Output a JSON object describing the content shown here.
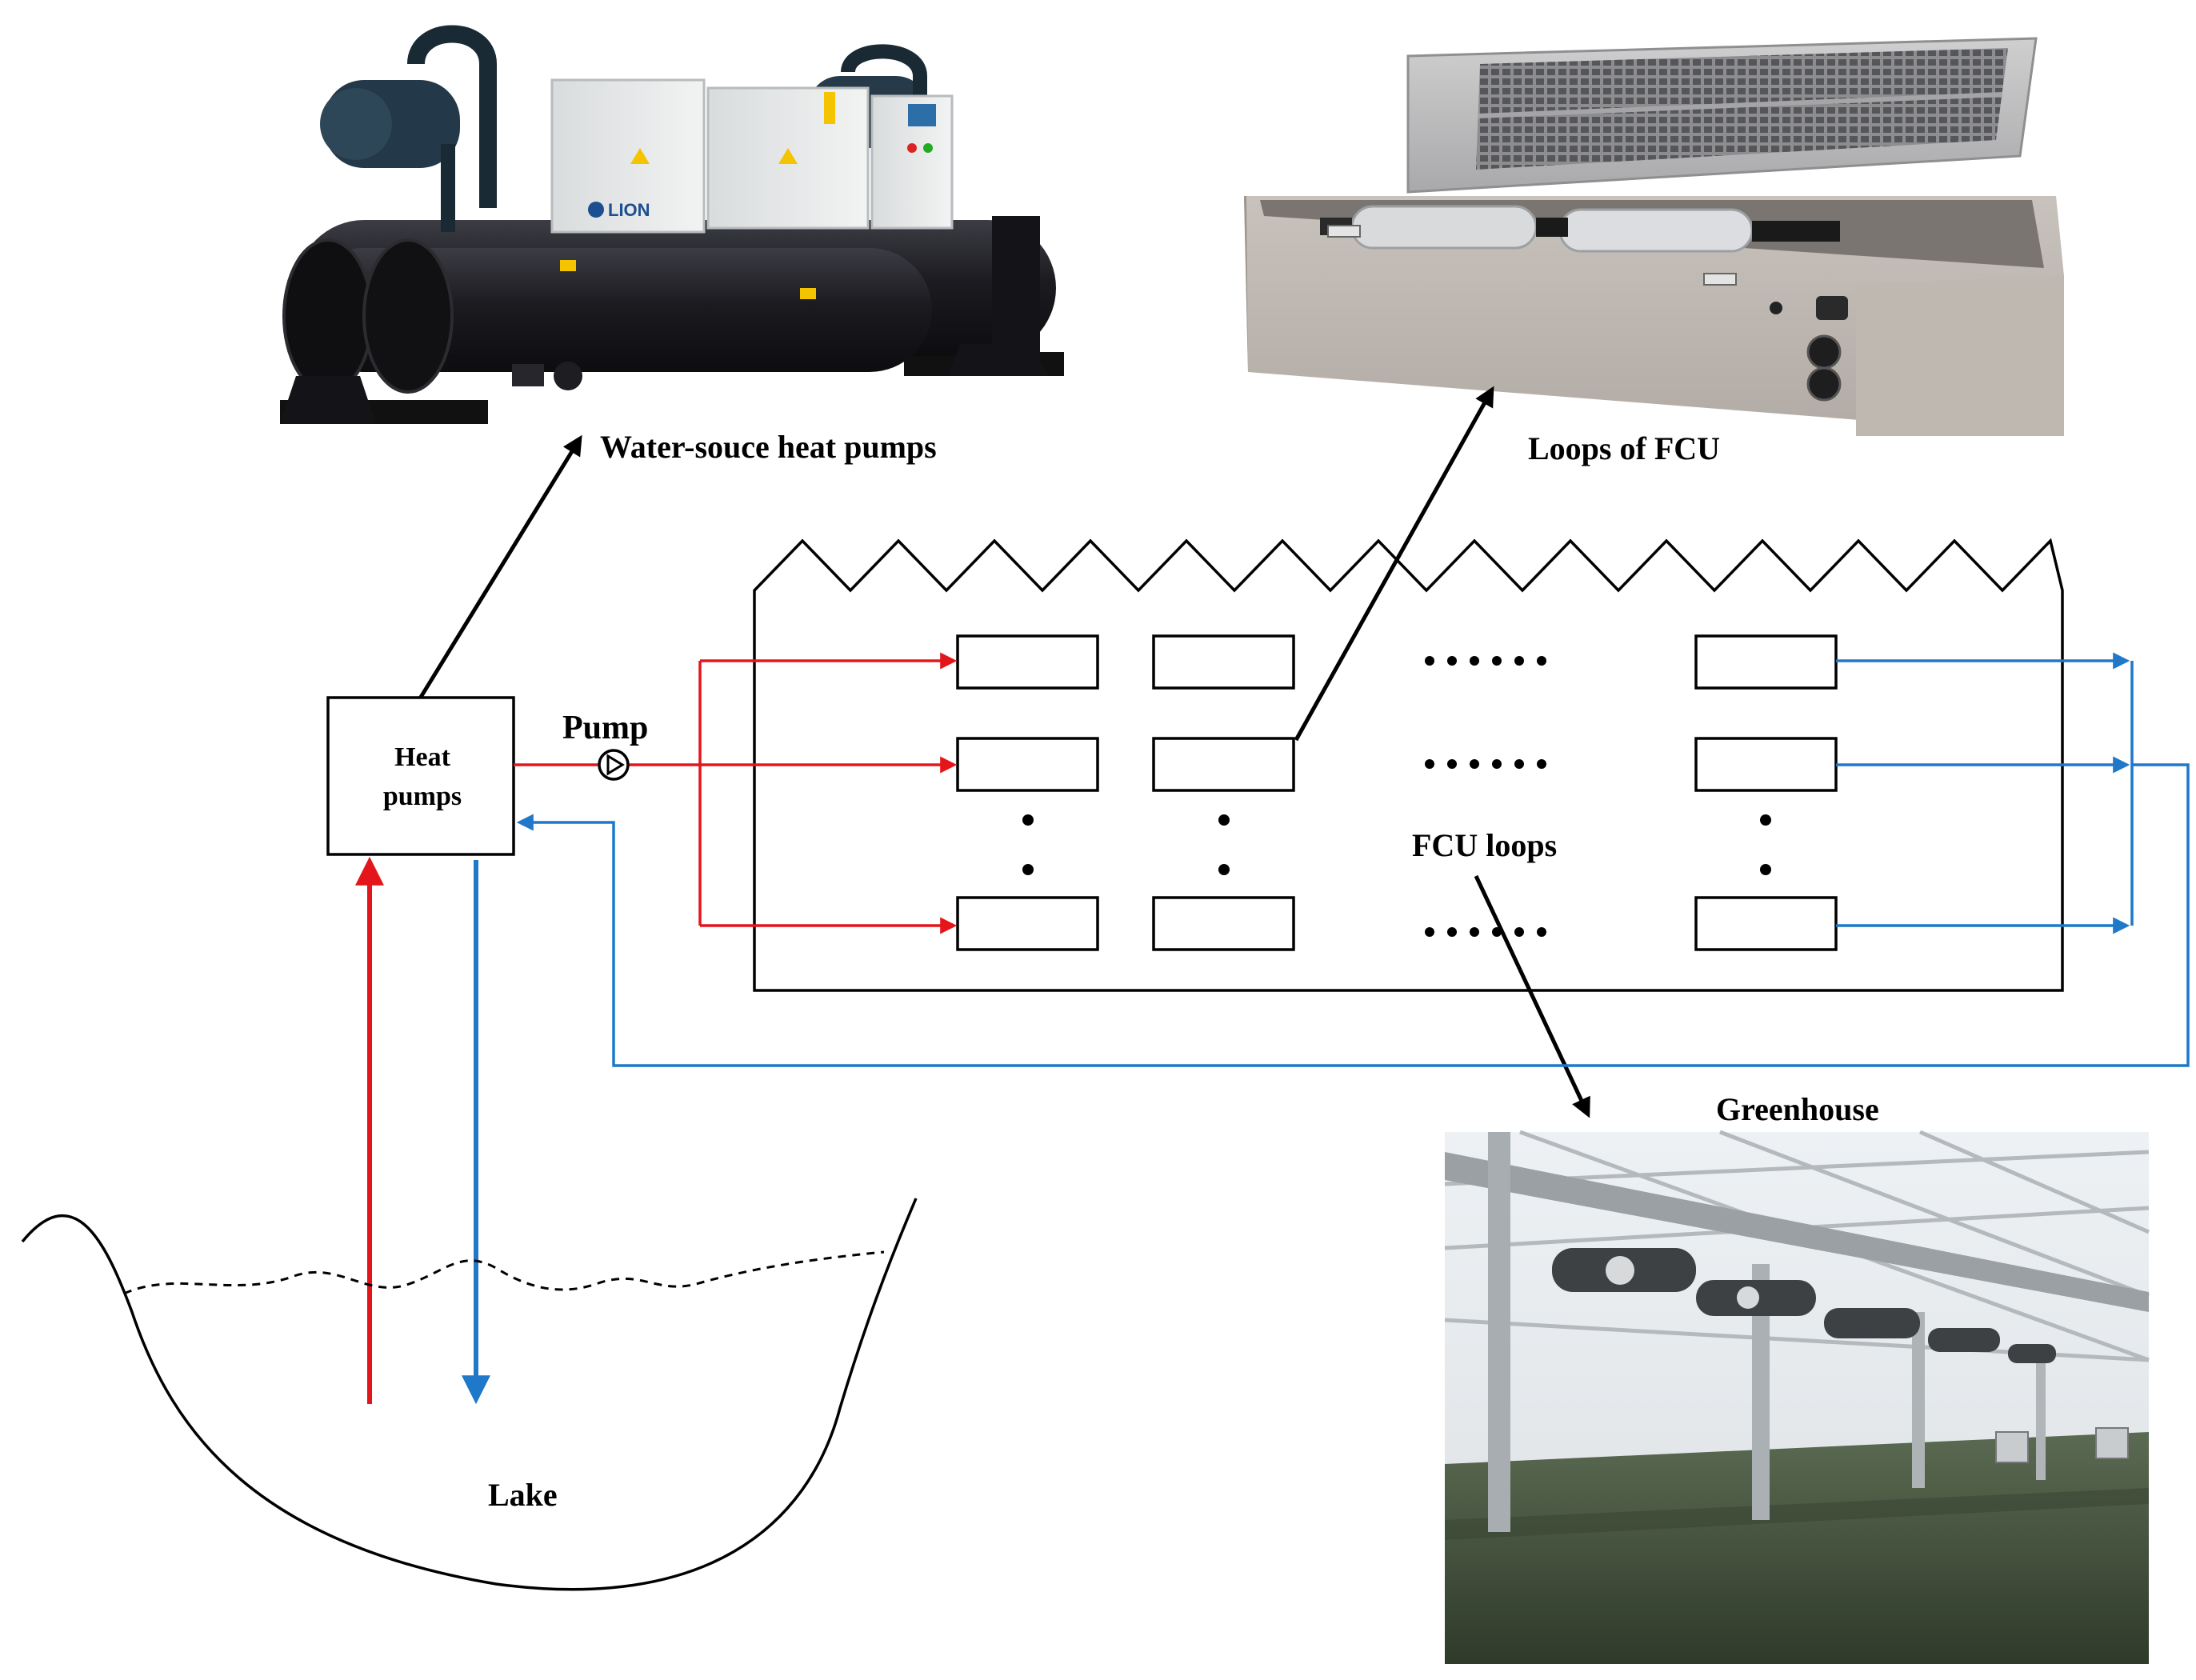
{
  "labels": {
    "water_source_heat_pumps": "Water-souce heat pumps",
    "loops_of_fcu": "Loops of FCU",
    "heat_pumps_line1": "Heat",
    "heat_pumps_line2": "pumps",
    "pump": "Pump",
    "fcu_loops": "FCU loops",
    "greenhouse": "Greenhouse",
    "lake": "Lake"
  },
  "heat_pump_logo": "LION",
  "colors": {
    "supply": "#e3161c",
    "return": "#1f78c8",
    "outline": "#000000"
  }
}
